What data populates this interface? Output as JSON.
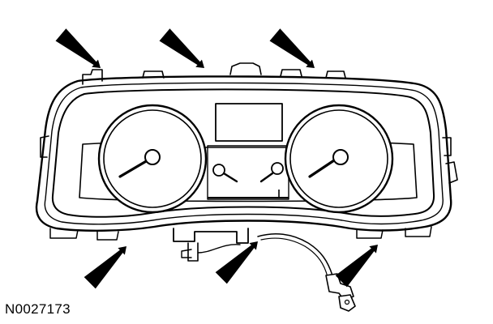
{
  "figure": {
    "id_label": "N0027173",
    "subject": "instrument-cluster",
    "arrow_count": 6
  },
  "colors": {
    "ink": "#000000",
    "paper": "#ffffff"
  }
}
